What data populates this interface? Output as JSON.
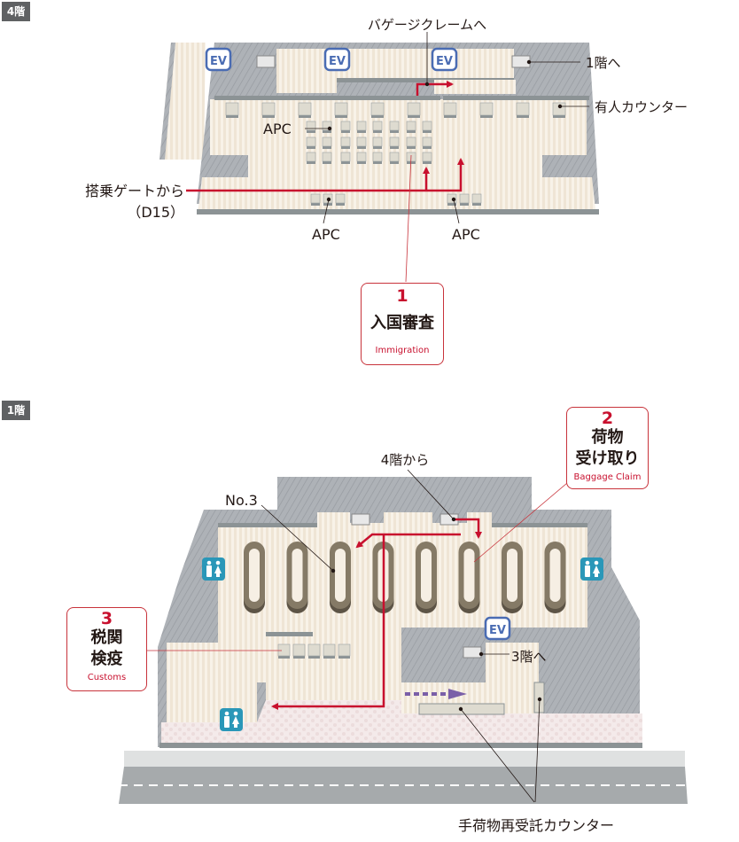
{
  "floors": [
    {
      "tag": "4階",
      "labels": {
        "baggage_claim_direction": "バゲージクレームへ",
        "to_1f": "1階へ",
        "staffed_counter": "有人カウンター",
        "apc_center": "APC",
        "apc_left": "APC",
        "apc_right": "APC",
        "from_gate_line1": "搭乗ゲートから",
        "from_gate_line2": "（D15）"
      },
      "elevators": [
        "EV",
        "EV",
        "EV"
      ],
      "callout": {
        "number": "1",
        "title": "入国審査",
        "subtitle": "Immigration"
      }
    },
    {
      "tag": "1階",
      "labels": {
        "from_4f": "4階から",
        "carousel_no": "No.3",
        "to_3f": "3階へ",
        "rebag_counter": "手荷物再受託カウンター"
      },
      "elevators": [
        "EV"
      ],
      "restrooms": [
        "restroom-icon",
        "restroom-icon",
        "restroom-icon"
      ],
      "callout_baggage": {
        "number": "2",
        "title_line1": "荷物",
        "title_line2": "受け取り",
        "subtitle": "Baggage Claim"
      },
      "callout_customs": {
        "number": "3",
        "title_line1": "税関",
        "title_line2": "検疫",
        "subtitle": "Customs"
      },
      "carousels_count": 8
    }
  ],
  "colors": {
    "route_red": "#c8102e",
    "route_purple": "#7a5fa8",
    "wall_gray": "#a9adb3",
    "floor_cream": "#f6efe4",
    "ev_blue": "#4a6cb3",
    "restroom_teal": "#2a97b8"
  }
}
